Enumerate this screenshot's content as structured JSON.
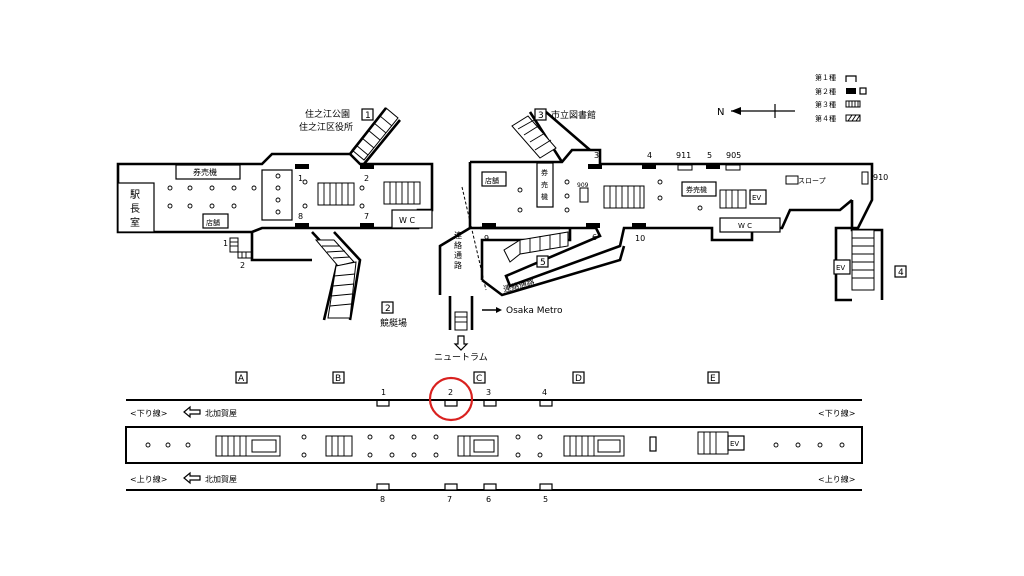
{
  "legend": {
    "type1": "第１種",
    "type2": "第２種",
    "type3": "第３種",
    "type4": "第４種"
  },
  "north_label": "N",
  "west": {
    "exit1_num": "1",
    "exit1_name1": "住之江公園",
    "exit1_name2": "住之江区役所",
    "exit2_num": "2",
    "exit2_name": "競艇場",
    "ticket_machine": "券売機",
    "station_master": "駅長室",
    "shop": "店舗",
    "wc": "W C",
    "gate_nums": [
      "1",
      "2",
      "8",
      "7"
    ],
    "lift_nums": [
      "1",
      "2"
    ]
  },
  "east": {
    "exit3_num": "3",
    "exit3_name": "市立図書館",
    "exit4_num": "4",
    "exit5_num": "5",
    "shop": "店舗",
    "ticket_machine_v": "券売機",
    "ticket_machine": "券売機",
    "ev": "EV",
    "wc": "W C",
    "slope": "スロープ",
    "passage_v": "連絡通路",
    "passage": "連絡通路",
    "osaka_metro": "Osaka Metro",
    "newtram": "ニュートラム",
    "labels": [
      "3",
      "4",
      "911",
      "5",
      "905",
      "910",
      "909",
      "9",
      "6",
      "10"
    ]
  },
  "platform": {
    "cars": [
      "A",
      "B",
      "C",
      "D",
      "E"
    ],
    "up_door_nums": [
      "1",
      "2",
      "3",
      "4"
    ],
    "down_door_nums": [
      "8",
      "7",
      "6",
      "5"
    ],
    "outbound_left": "<下り線>",
    "outbound_right": "<下り線>",
    "inbound_left": "<上り線>",
    "inbound_right": "<上り線>",
    "direction": "北加賀屋",
    "ev": "EV",
    "highlighted_exit": "2",
    "highlight_color": "#d9211f"
  }
}
